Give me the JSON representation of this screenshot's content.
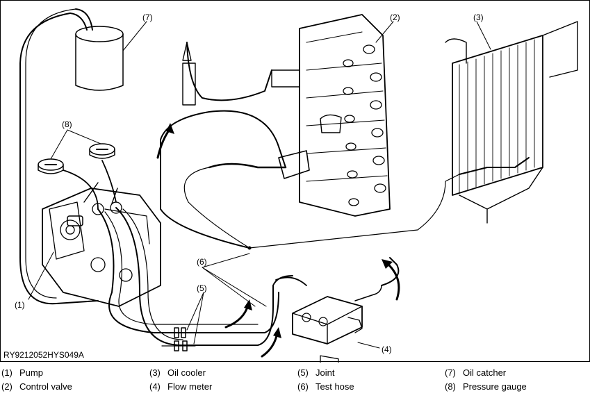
{
  "figure_id": "RY9212052HYS049A",
  "callouts": [
    "(1)",
    "(2)",
    "(3)",
    "(4)",
    "(5)",
    "(6)",
    "(7)",
    "(8)"
  ],
  "legend": [
    {
      "num": "(1)",
      "label": "Pump"
    },
    {
      "num": "(2)",
      "label": "Control valve"
    },
    {
      "num": "(3)",
      "label": "Oil cooler"
    },
    {
      "num": "(4)",
      "label": "Flow meter"
    },
    {
      "num": "(5)",
      "label": "Joint"
    },
    {
      "num": "(6)",
      "label": "Test hose"
    },
    {
      "num": "(7)",
      "label": "Oil catcher"
    },
    {
      "num": "(8)",
      "label": "Pressure gauge"
    }
  ]
}
